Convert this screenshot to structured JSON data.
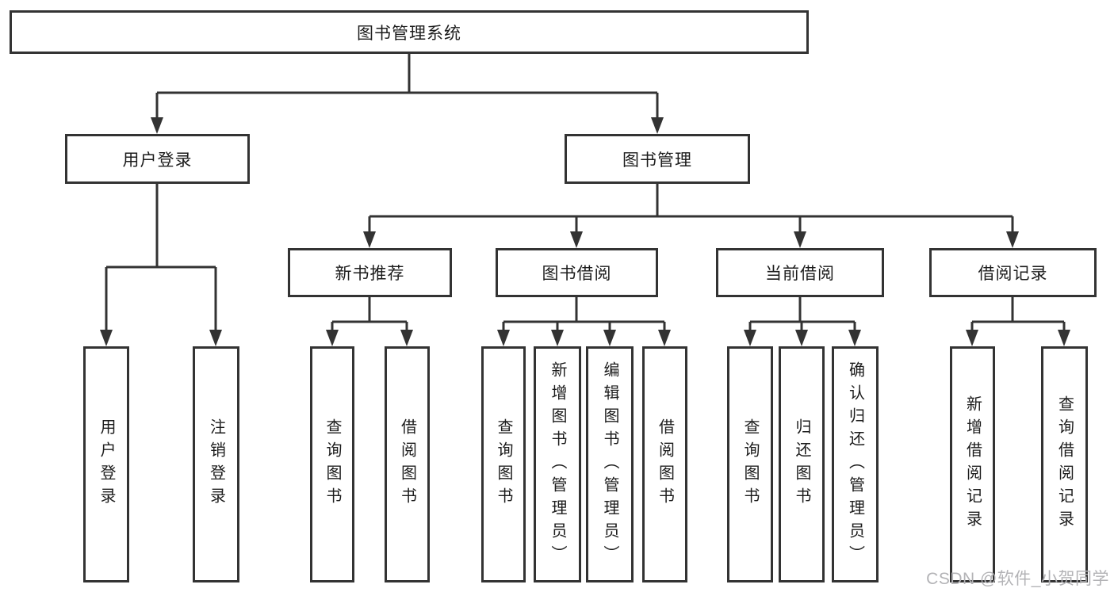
{
  "diagram_title": "图书管理系统",
  "tree": {
    "root": {
      "label": "图书管理系统"
    },
    "branches": [
      {
        "label": "用户登录",
        "leaves": [
          "用户登录",
          "注销登录"
        ]
      },
      {
        "label": "图书管理",
        "groups": [
          {
            "label": "新书推荐",
            "leaves": [
              "查询图书",
              "借阅图书"
            ]
          },
          {
            "label": "图书借阅",
            "leaves": [
              "查询图书",
              "新增图书（管理员）",
              "编辑图书（管理员）",
              "借阅图书"
            ]
          },
          {
            "label": "当前借阅",
            "leaves": [
              "查询图书",
              "归还图书",
              "确认归还（管理员）"
            ]
          },
          {
            "label": "借阅记录",
            "leaves": [
              "新增借阅记录",
              "查询借阅记录"
            ]
          }
        ]
      }
    ]
  },
  "watermark": "CSDN @软件_小贺同学",
  "colors": {
    "line": "#333333",
    "text": "#1c1c1c",
    "watermark": "#b3b3b6",
    "bg": "#ffffff"
  }
}
